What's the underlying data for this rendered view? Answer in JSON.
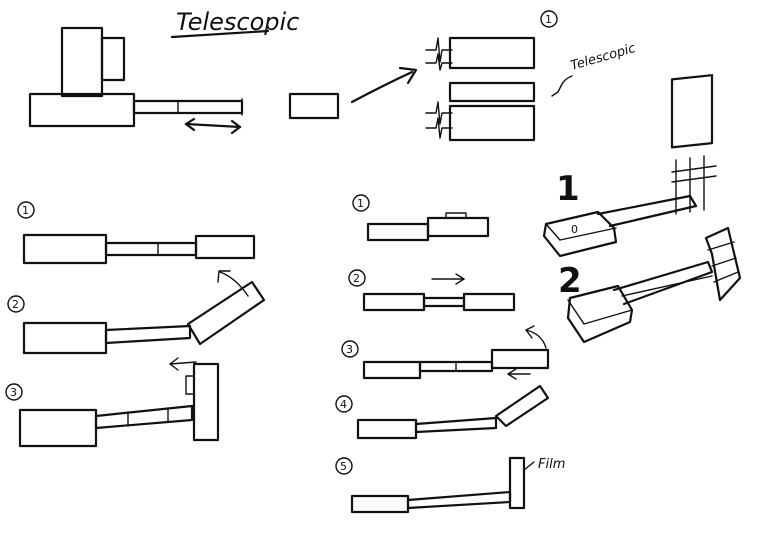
{
  "title": "Telescopic",
  "annotations": {
    "telescopic_note": "Telescopic",
    "film_label": "Film"
  },
  "step_labels": {
    "top_right": "1",
    "left": [
      "1",
      "2",
      "3"
    ],
    "middle": [
      "1",
      "2",
      "3",
      "4",
      "5"
    ],
    "perspective": [
      "1",
      "2"
    ],
    "perspective_box": "0"
  },
  "colors": {
    "ink": "#111111",
    "paper": "#ffffff"
  }
}
